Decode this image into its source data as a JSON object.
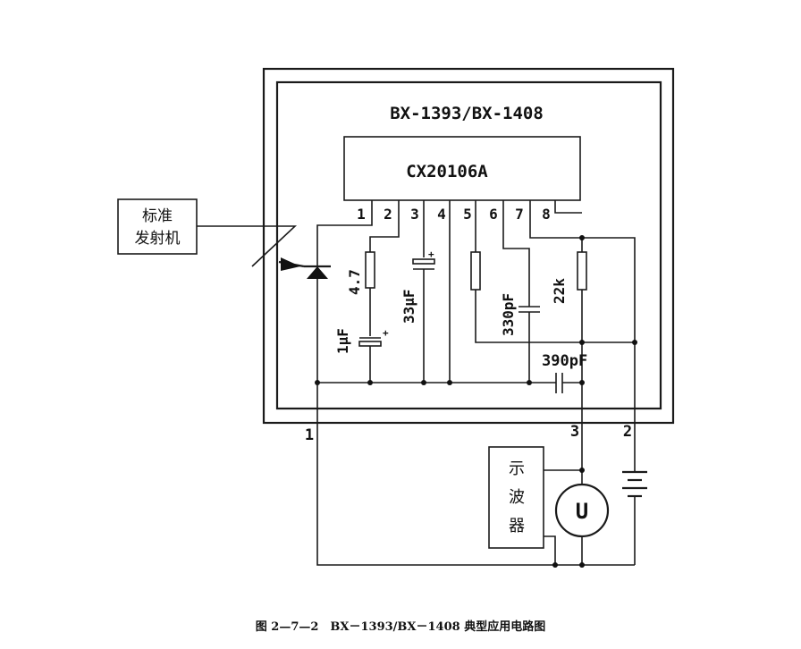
{
  "module_title": "BX-1393/BX-1408",
  "ic_name": "CX20106A",
  "pins": [
    "1",
    "2",
    "3",
    "4",
    "5",
    "6",
    "7",
    "8"
  ],
  "components": {
    "r_pin2": "4.7",
    "c_pin3": "33μF",
    "c_pin1": "1μF",
    "c_pin6": "330pF",
    "r_pin7": "22k",
    "c_out": "390pF"
  },
  "terminals": [
    "1",
    "3",
    "2"
  ],
  "transmitter": [
    "标准",
    "发射机"
  ],
  "oscilloscope": [
    "示",
    "波",
    "器"
  ],
  "meter": "U",
  "caption": "图 2—7—2　BX－1393/BX－1408 典型应用电路图"
}
